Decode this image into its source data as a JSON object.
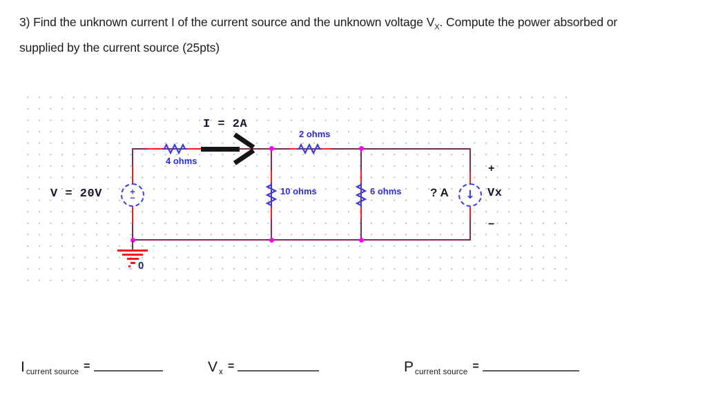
{
  "title": {
    "line1_pre": "3) Find the unknown current I of the current source and the unknown voltage V",
    "vx_sub": "X",
    "line1_post": ". Compute the power absorbed or",
    "line2": "supplied by the current source (25pts)"
  },
  "circuit": {
    "voltage_source_label": "V = 20V",
    "current_arrow_label": "I = 2A",
    "resistors": {
      "r1": "4 ohms",
      "r2": "2 ohms",
      "r3": "10 ohms",
      "r4": "6 ohms"
    },
    "current_source_label": "? A",
    "vx_label": "Vx",
    "vx_plus": "+",
    "vx_minus": "−",
    "vsrc_plus": "+",
    "vsrc_minus": "−",
    "isrc_arrow": "↓",
    "ground_node": "0"
  },
  "answers": {
    "i": {
      "main": "I",
      "sub": "current source",
      "eq": "="
    },
    "vx": {
      "main": "V",
      "sub": "x",
      "eq": "="
    },
    "p": {
      "main": "P",
      "sub": "current source",
      "eq": "="
    }
  },
  "colors": {
    "wire": "#7d2b55",
    "lead_red": "#ff1a1a",
    "component_blue": "#3a3ae0",
    "label_blue": "#2b2bcc",
    "junction_magenta": "#ff00ff",
    "grid_dot_gray": "#bfbfbf",
    "text_black": "#1c1c1c",
    "underline_gray": "#5a5a5a"
  }
}
